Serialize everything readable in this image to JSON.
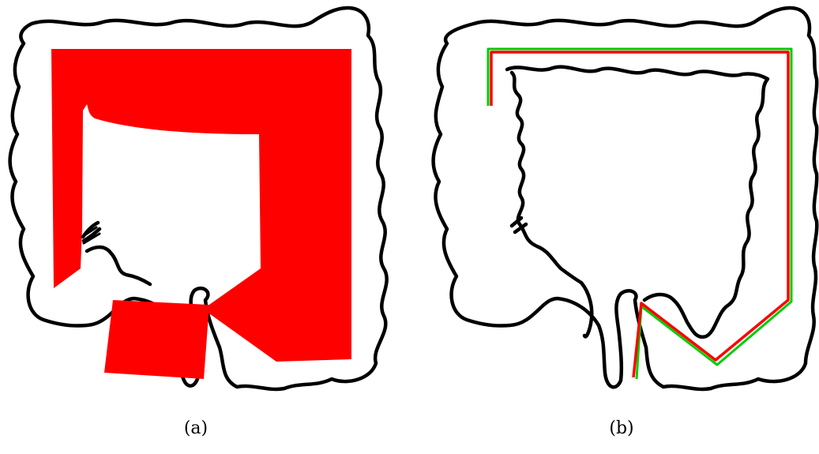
{
  "figure": {
    "panels": [
      {
        "id": "a",
        "caption": "(a)"
      },
      {
        "id": "b",
        "caption": "(b)"
      }
    ]
  },
  "colors": {
    "coverage": "#ff0000",
    "path_red": "#ff0000",
    "path_green": "#00cc00",
    "outline": "#000000",
    "background": "#ffffff"
  }
}
